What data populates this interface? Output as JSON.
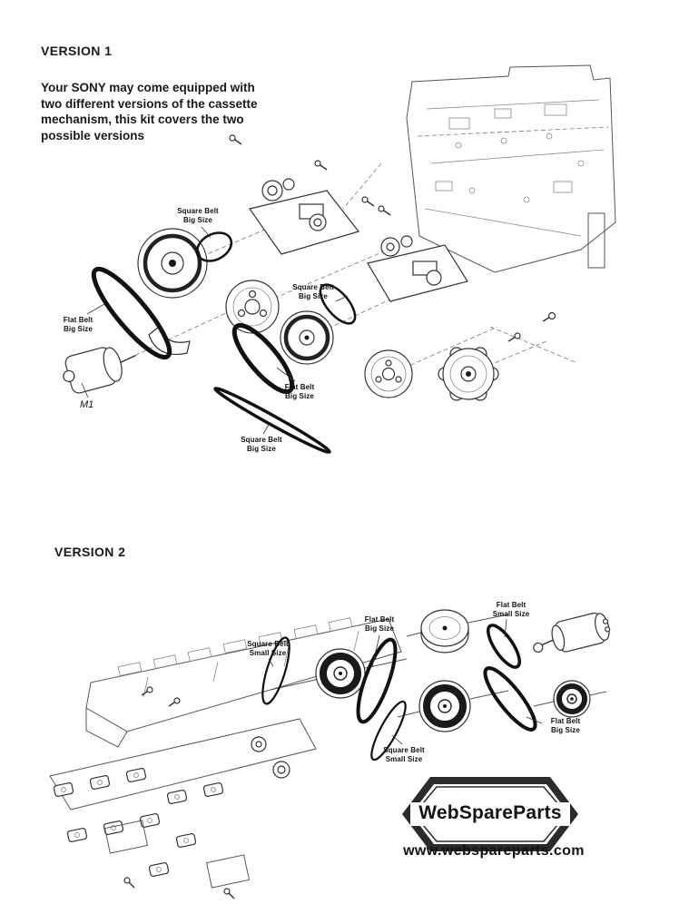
{
  "version1": {
    "title": "VERSION 1",
    "description": "Your SONY may come equipped with two different versions of the cassette mechanism, this kit covers the two possible versions",
    "labels": {
      "square_belt_top": {
        "line1": "Square Belt",
        "line2": "Big Size"
      },
      "flat_belt_left": {
        "line1": "Flat Belt",
        "line2": "Big Size"
      },
      "motor": {
        "line1": "M1"
      },
      "square_belt_mid": {
        "line1": "Square Belt",
        "line2": "Big Size"
      },
      "flat_belt_mid": {
        "line1": "Flat Belt",
        "line2": "Big Size"
      },
      "square_belt_bottom": {
        "line1": "Square Belt",
        "line2": "Big Size"
      }
    }
  },
  "version2": {
    "title": "VERSION 2",
    "labels": {
      "square_belt_small_left": {
        "line1": "Square Belt",
        "line2": "Small Size"
      },
      "flat_belt_big_top": {
        "line1": "Flat Belt",
        "line2": "Big Size"
      },
      "flat_belt_small": {
        "line1": "Flat Belt",
        "line2": "Small Size"
      },
      "square_belt_small_bottom": {
        "line1": "Square Belt",
        "line2": "Small Size"
      },
      "flat_belt_big_right": {
        "line1": "Flat Belt",
        "line2": "Big Size"
      }
    }
  },
  "branding": {
    "logo_text": "WebSpareParts",
    "website": "www.webspareparts.com"
  },
  "colors": {
    "ink": "#1a1a1a",
    "line": "#555555",
    "background": "#ffffff"
  }
}
